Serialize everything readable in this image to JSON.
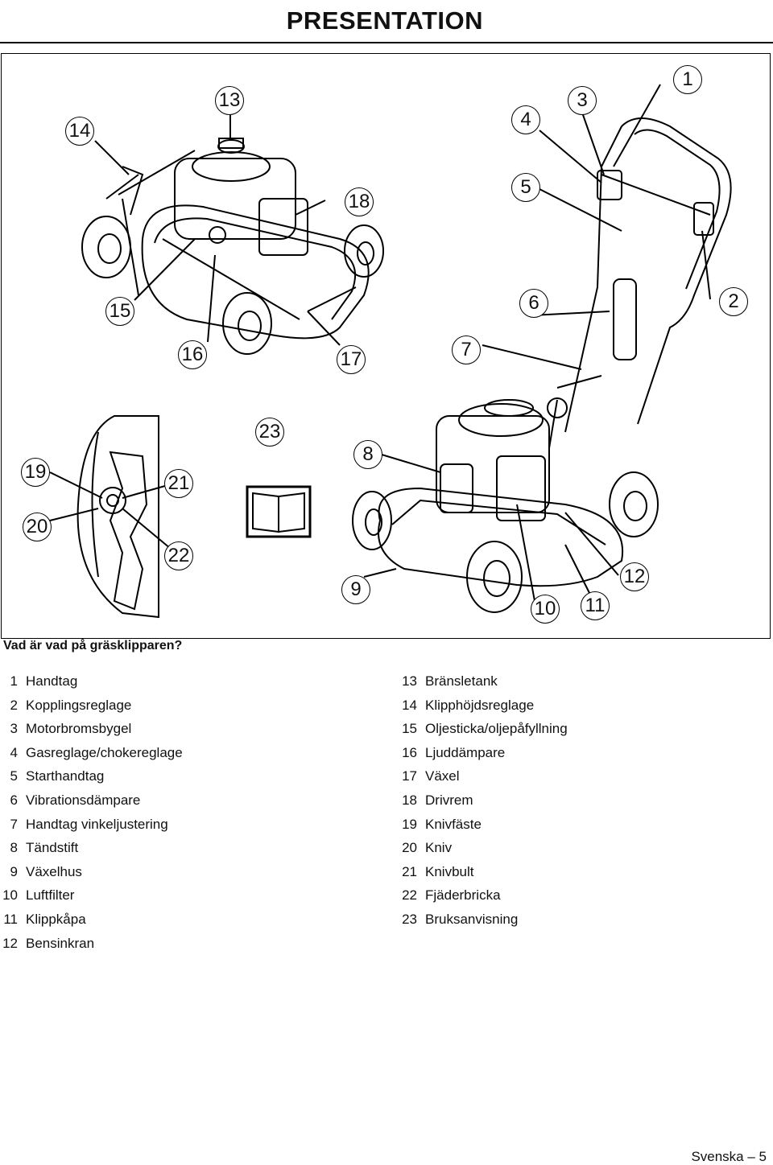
{
  "header": {
    "title": "PRESENTATION"
  },
  "figure": {
    "callouts": [
      "1",
      "2",
      "3",
      "4",
      "5",
      "6",
      "7",
      "8",
      "9",
      "10",
      "11",
      "12",
      "13",
      "14",
      "15",
      "16",
      "17",
      "18",
      "19",
      "20",
      "21",
      "22",
      "23"
    ]
  },
  "section": {
    "heading": "Vad är vad på gräsklipparen?"
  },
  "parts_left": [
    {
      "num": "1",
      "label": "Handtag"
    },
    {
      "num": "2",
      "label": "Kopplingsreglage"
    },
    {
      "num": "3",
      "label": "Motorbromsbygel"
    },
    {
      "num": "4",
      "label": "Gasreglage/chokereglage"
    },
    {
      "num": "5",
      "label": "Starthandtag"
    },
    {
      "num": "6",
      "label": "Vibrationsdämpare"
    },
    {
      "num": "7",
      "label": "Handtag vinkeljustering"
    },
    {
      "num": "8",
      "label": "Tändstift"
    },
    {
      "num": "9",
      "label": "Växelhus"
    },
    {
      "num": "10",
      "label": "Luftfilter"
    },
    {
      "num": "11",
      "label": "Klippkåpa"
    },
    {
      "num": "12",
      "label": "Bensinkran"
    }
  ],
  "parts_right": [
    {
      "num": "13",
      "label": "Bränsletank"
    },
    {
      "num": "14",
      "label": "Klipphöjdsreglage"
    },
    {
      "num": "15",
      "label": "Oljesticka/oljepåfyllning"
    },
    {
      "num": "16",
      "label": "Ljuddämpare"
    },
    {
      "num": "17",
      "label": "Växel"
    },
    {
      "num": "18",
      "label": "Drivrem"
    },
    {
      "num": "19",
      "label": "Knivfäste"
    },
    {
      "num": "20",
      "label": "Kniv"
    },
    {
      "num": "21",
      "label": "Knivbult"
    },
    {
      "num": "22",
      "label": "Fjäderbricka"
    },
    {
      "num": "23",
      "label": "Bruksanvisning"
    }
  ],
  "footer": {
    "page_label": "Svenska – 5"
  }
}
